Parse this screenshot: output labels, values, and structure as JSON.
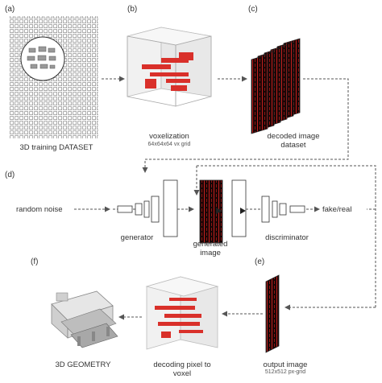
{
  "panels": {
    "a": "(a)",
    "b": "(b)",
    "c": "(c)",
    "d": "(d)",
    "e": "(e)",
    "f": "(f)"
  },
  "labels": {
    "training_dataset": "3D training DATASET",
    "voxelization": "voxelization",
    "voxelization_sub": "64x64x64 vx grid",
    "decoded_line1": "decoded image",
    "decoded_line2": "dataset",
    "random_noise": "random noise",
    "generator": "generator",
    "generated_line1": "generated",
    "generated_line2": "image",
    "discriminator": "discriminator",
    "fake_real": "fake/real",
    "output_image": "output image",
    "output_image_sub": "512x512 px-grid",
    "decoding_line1": "decoding pixel to",
    "decoding_line2": "voxel",
    "geometry": "3D GEOMETRY"
  },
  "colors": {
    "voxel_red": "#d9302a",
    "image_dark": "#1a0606",
    "image_red": "#c0201e",
    "arrow": "#555555"
  }
}
